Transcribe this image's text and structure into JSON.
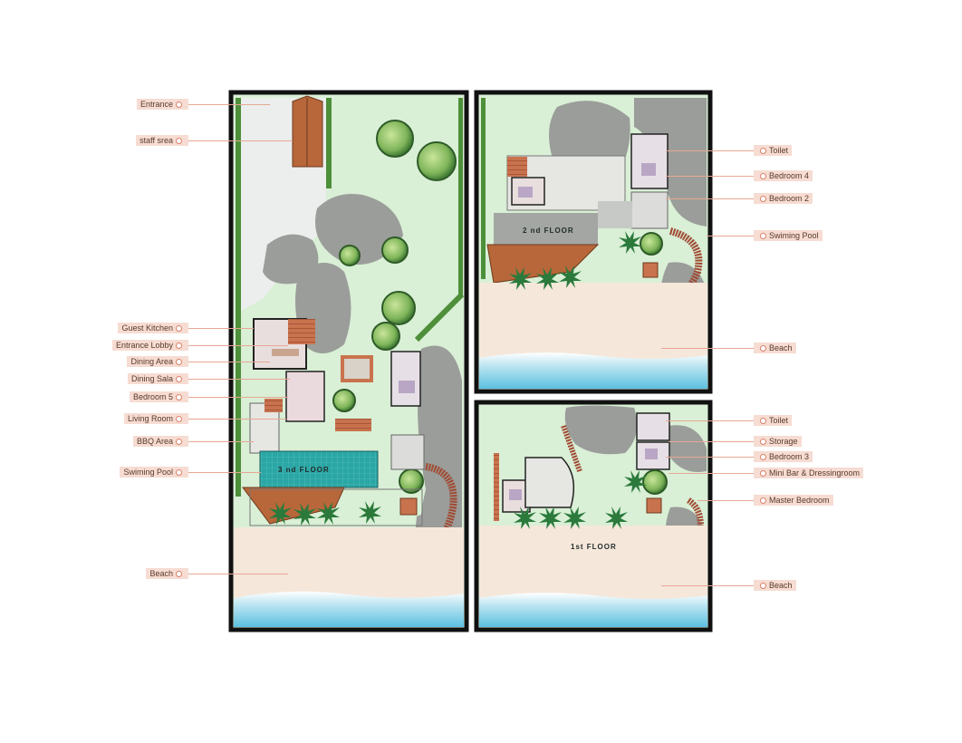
{
  "floors": {
    "third": "3 nd FLOOR",
    "second": "2 nd FLOOR",
    "first": "1st FLOOR"
  },
  "left_labels": [
    "Entrance",
    "staff srea",
    "Guest Kitchen",
    "Entrance Lobby",
    "Dining Area",
    "Dining Sala",
    "Bedroom 5",
    "Living Room",
    "BBQ Area",
    "Swiming Pool",
    "Beach"
  ],
  "right_top_labels": [
    "Toilet",
    "Bedroom 4",
    "Bedroom 2",
    "Swiming Pool",
    "Beach"
  ],
  "right_bottom_labels": [
    "Toilet",
    "Storage",
    "Bedroom 3",
    "Mini Bar & Dressingroom",
    "Master Bedroom",
    "Beach"
  ],
  "colors": {
    "frame": "#111111",
    "lawn": "#d9efd6",
    "rock": "#9a9d99",
    "sand": "#f5e7da",
    "sea": "#7fcde8",
    "pool": "#2aa6a5",
    "roof": "#b8673a",
    "label_bg": "#f6dcd2"
  }
}
